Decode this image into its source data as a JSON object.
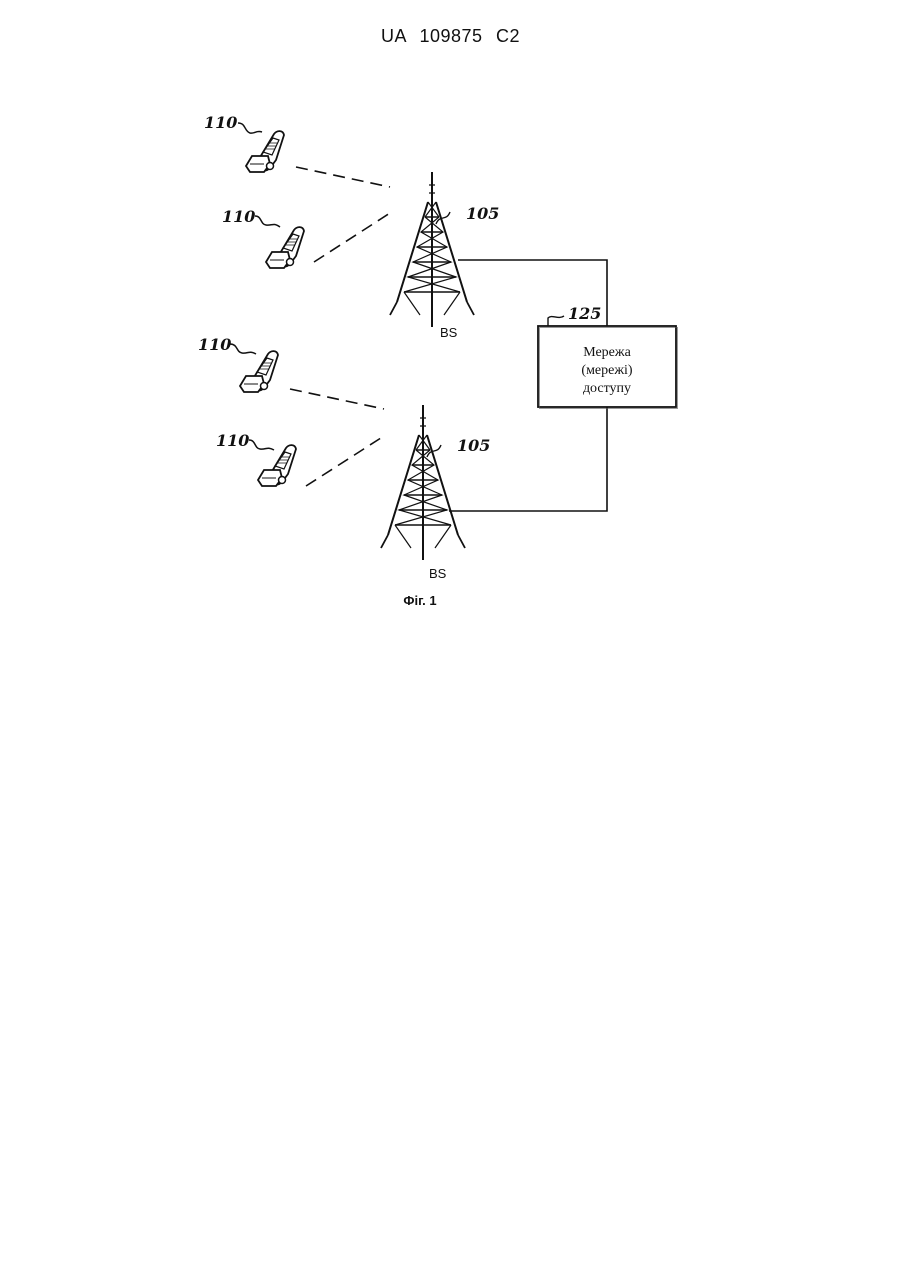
{
  "header": {
    "text": "UA   109875   C2"
  },
  "diagram": {
    "mobile_label": "110",
    "tower_label": "105",
    "tower_caption": "BS",
    "network_label": "125",
    "network_box": {
      "line1": "Мережа",
      "line2": "(мережі)",
      "line3": "доступу"
    },
    "caption": "Фіг. 1"
  }
}
